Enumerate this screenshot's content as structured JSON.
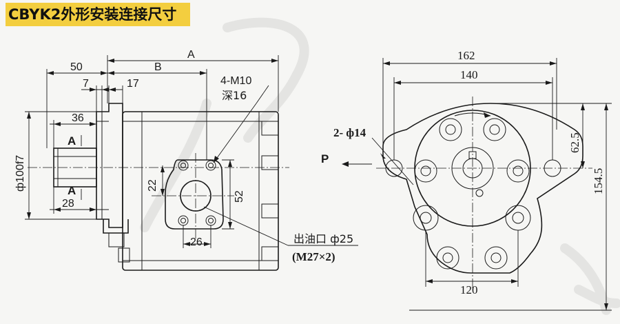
{
  "header": {
    "title": "CBYK2外形安装连接尺寸"
  },
  "side_view": {
    "dims": {
      "A": "A",
      "B": "B",
      "d50": "50",
      "d7": "7",
      "d17": "17",
      "d36": "36",
      "d28": "28",
      "d22": "22",
      "d52": "52",
      "d26": "26",
      "dia100": "ф100f7"
    },
    "thread_callout": {
      "line1": "4-M10",
      "line2": "深16"
    },
    "section_marks": {
      "top": "A",
      "bottom": "A"
    },
    "outlet": {
      "label": "出油口 ф25",
      "thread": "(M27×2)"
    }
  },
  "front_view": {
    "dims": {
      "d162": "162",
      "d140": "140",
      "d120": "120",
      "d62_5": "62.5",
      "d154_5": "154.5"
    },
    "holes_label": "2- ф14",
    "port_label": "P"
  }
}
